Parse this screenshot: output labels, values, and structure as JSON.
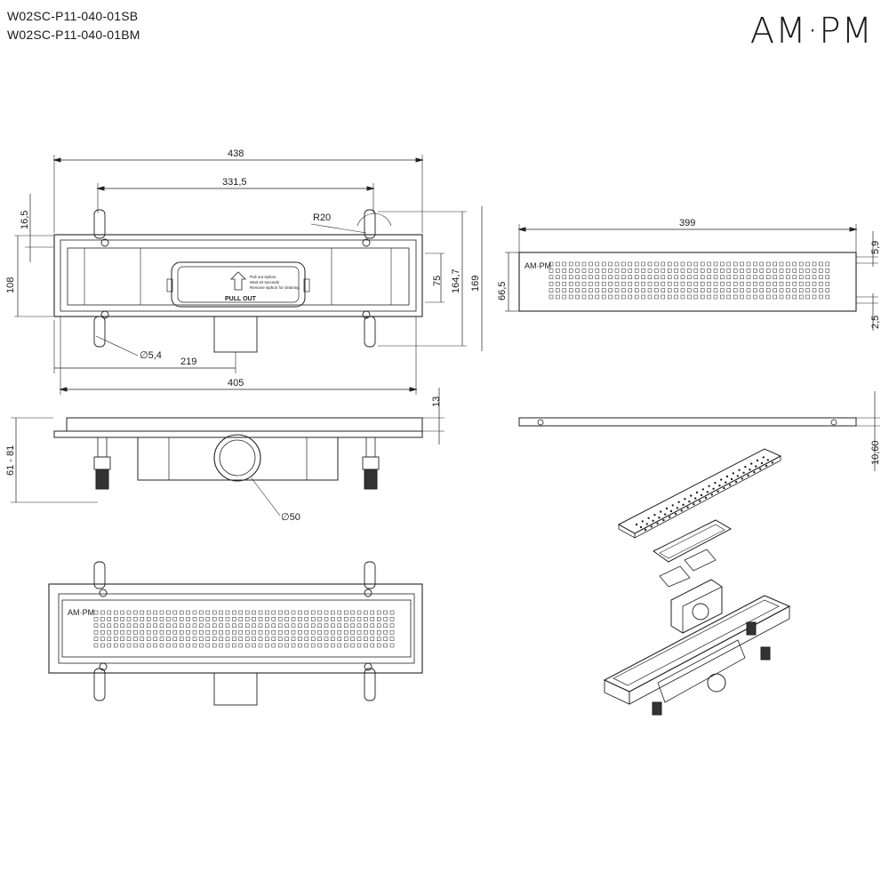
{
  "header": {
    "code_1": "W02SC-P11-040-01SB",
    "code_2": "W02SC-P11-040-01BM",
    "brand": "AM·PM"
  },
  "top_view": {
    "dim_total_length": "438",
    "dim_hole_spacing": "331,5",
    "dim_flange": "16,5",
    "dim_width": "108",
    "dim_radius": "R20",
    "dim_inner_width": "75",
    "dim_mount_width": "164,7",
    "dim_outer_mount": "169",
    "dim_hole_diameter": "∅5,4",
    "dim_outlet_offset": "219",
    "dim_inner_length": "405",
    "siphon_text_1": "Pull out siphon",
    "siphon_text_2": "Wait 10 seconds",
    "siphon_text_3": "Remove siphon for cleaning",
    "siphon_pull_label": "PULL OUT"
  },
  "grate_view": {
    "dim_grate_length": "399",
    "dim_grate_width": "66,5",
    "dim_top_margin": "5,9",
    "dim_bottom_margin": "2,5",
    "grate_logo": "AM·PM"
  },
  "side_view": {
    "dim_flange_height": "13",
    "dim_adjust_height": "61 - 81",
    "dim_outlet_diameter": "∅50",
    "dim_grate_thickness": "10,60"
  },
  "bottom_view": {
    "grate_logo": "AM·PM"
  }
}
